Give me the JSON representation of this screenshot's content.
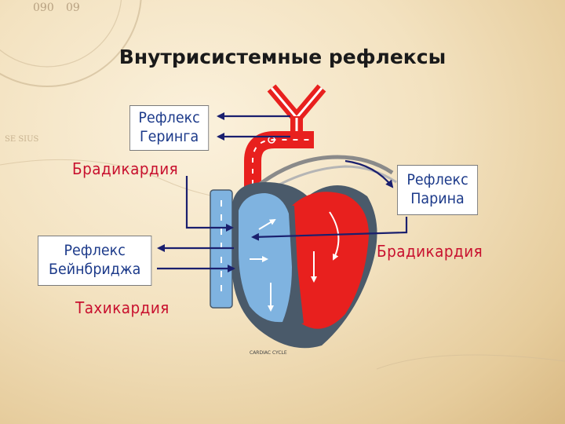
{
  "title": "Внутрисистемные рефлексы",
  "boxes": {
    "gering": {
      "line1": "Рефлекс",
      "line2": "Геринга"
    },
    "parin": {
      "line1": "Рефлекс",
      "line2": "Парина"
    },
    "beinbridge": {
      "line1": "Рефлекс",
      "line2": "Бейнбриджа"
    }
  },
  "labels": {
    "bradycardia_left": "Брадикардия",
    "bradycardia_right": "Брадикардия",
    "tachycardia": "Тахикардия"
  },
  "heart_caption": "CARDIAC CYCLE",
  "background_map_text": {
    "n1": "090",
    "n2": "09",
    "n3": "SE SIUS"
  },
  "colors": {
    "label_red": "#c8102e",
    "box_text_blue": "#1c3a8a",
    "arrow_navy": "#1a1f6e",
    "artery_red": "#e8201e",
    "vein_blue": "#7fb3e0",
    "heart_outline": "#4a5a6a",
    "nerve_gray": "#8a8a8a"
  }
}
